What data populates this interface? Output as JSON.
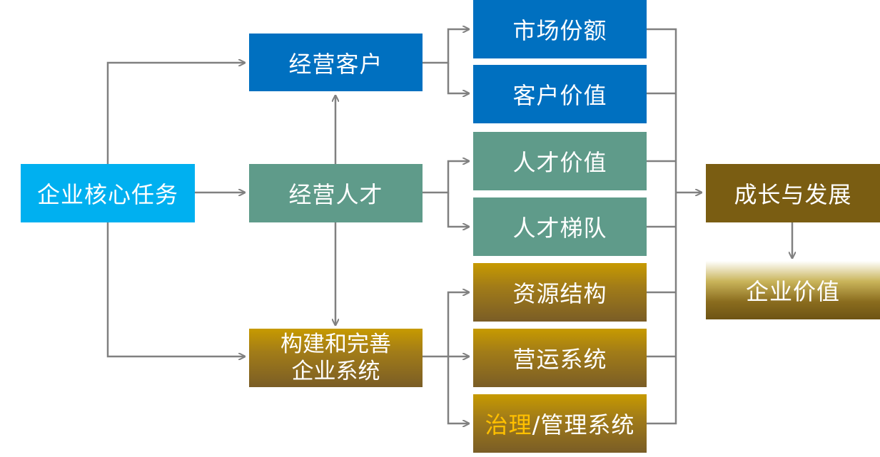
{
  "colors": {
    "blue": "#0070c0",
    "green": "#5f9b8a",
    "cyan": "#00b0f0",
    "gold": "#a98310",
    "brown": "#7a5d12",
    "arrow": "#808080",
    "highlight_text": "#ffc000"
  },
  "nodes": {
    "core_task": "企业核心任务",
    "manage_customers": "经营客户",
    "manage_talent": "经营人才",
    "build_line1": "构建和完善",
    "build_line2": "企业系统",
    "market_share": "市场份额",
    "customer_value": "客户价值",
    "talent_value": "人才价值",
    "talent_pipeline": "人才梯队",
    "resource_structure": "资源结构",
    "operation_system": "营运系统",
    "governance_part1": "治理",
    "governance_part2": "/管理系统",
    "growth": "成长与发展",
    "enterprise_value": "企业价值"
  }
}
